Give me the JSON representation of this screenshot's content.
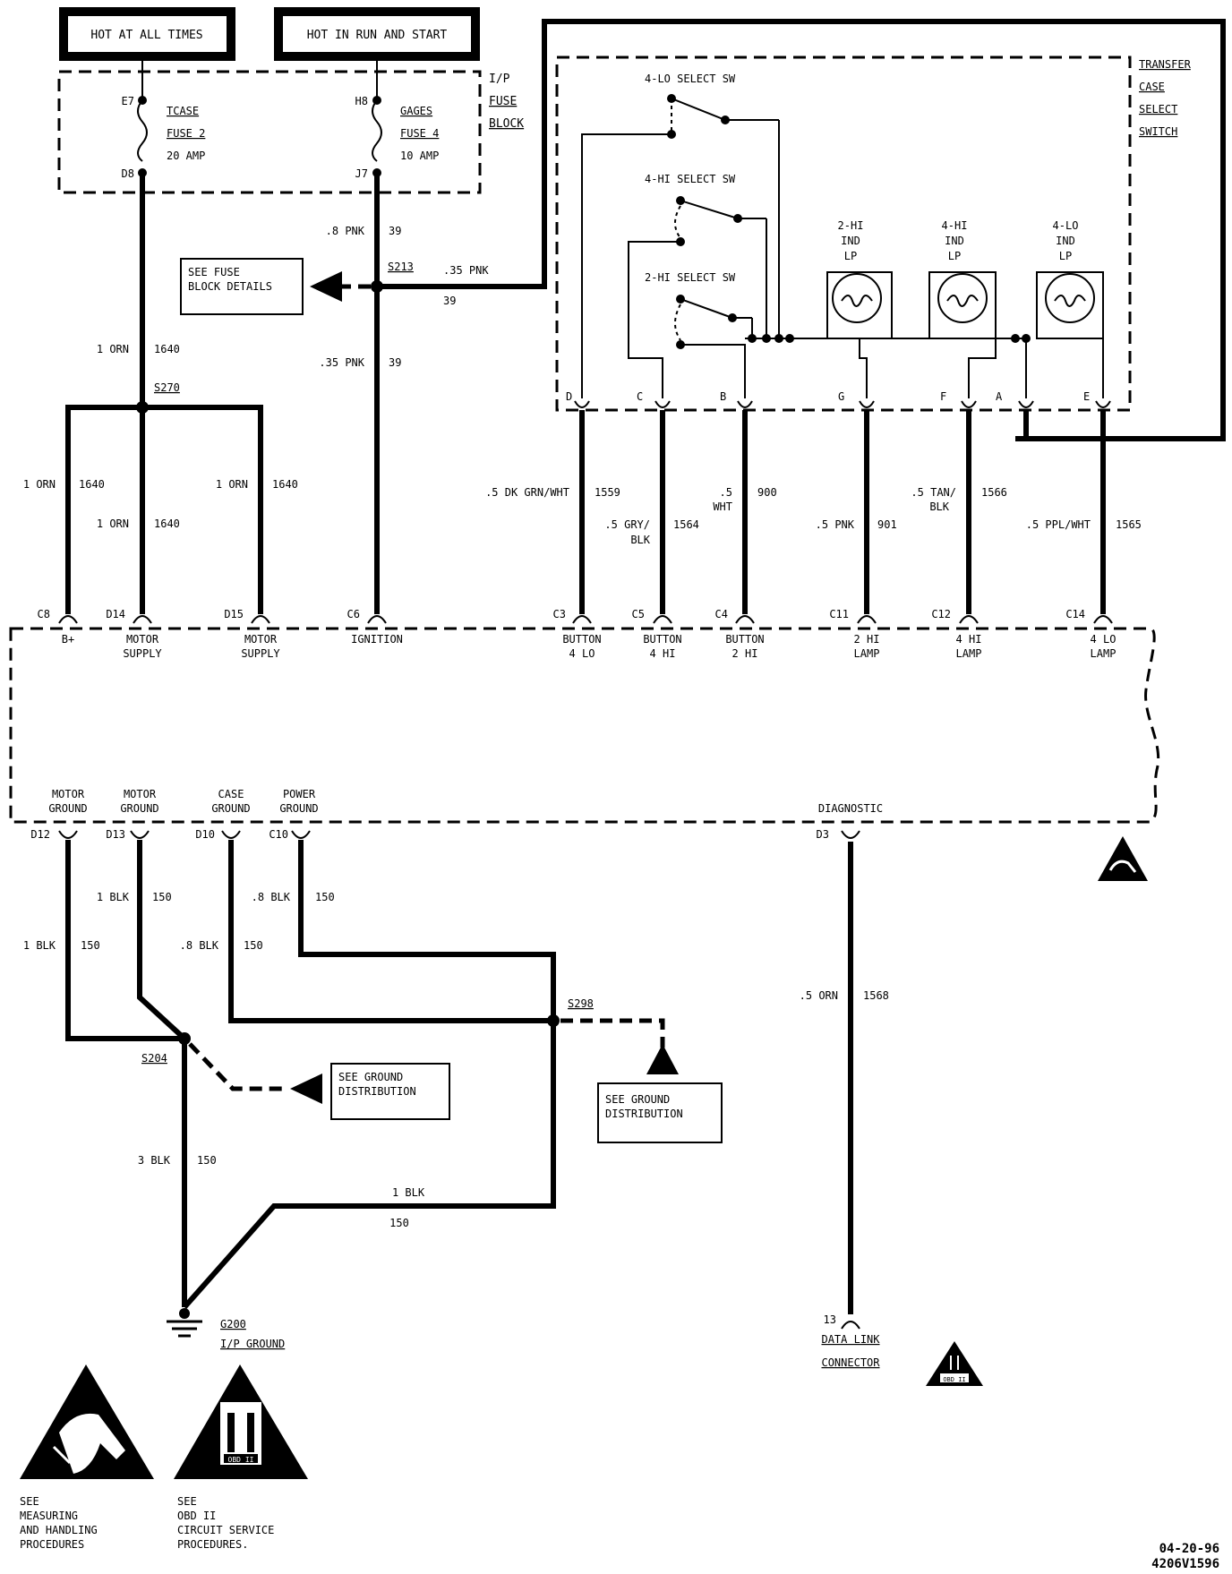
{
  "header": {
    "hot_always": "HOT AT ALL TIMES",
    "hot_run": "HOT IN RUN AND START"
  },
  "fuse_block": {
    "title": [
      "I/P",
      "FUSE",
      "BLOCK"
    ],
    "fuse1": {
      "top": "E7",
      "bottom": "D8",
      "name": "TCASE",
      "num": "FUSE 2",
      "amp": "20 AMP"
    },
    "fuse2": {
      "top": "H8",
      "bottom": "J7",
      "name": "GAGES",
      "num": "FUSE 4",
      "amp": "10 AMP"
    }
  },
  "switch_box": {
    "title": [
      "TRANSFER",
      "CASE",
      "SELECT",
      "SWITCH"
    ],
    "sw_4lo": "4-LO SELECT SW",
    "sw_4hi": "4-HI SELECT SW",
    "sw_2hi": "2-HI SELECT SW",
    "lamp_2hi": [
      "2-HI",
      "IND",
      "LP"
    ],
    "lamp_4hi": [
      "4-HI",
      "IND",
      "LP"
    ],
    "lamp_4lo": [
      "4-LO",
      "IND",
      "LP"
    ],
    "pins": [
      "D",
      "C",
      "B",
      "G",
      "F",
      "A",
      "E"
    ]
  },
  "wires": {
    "w1": [
      ".8 PNK",
      "39"
    ],
    "w2": [
      ".35 PNK",
      "39"
    ],
    "w3": [
      ".35 PNK",
      "39"
    ],
    "w_orn_main": [
      "1 ORN",
      "1640"
    ],
    "w_orn_left": [
      "1 ORN",
      "1640"
    ],
    "w_orn_mid": [
      "1 ORN",
      "1640"
    ],
    "w_orn_right": [
      "1 ORN",
      "1640"
    ],
    "w_1559": [
      ".5 DK GRN/WHT",
      "1559"
    ],
    "w_1564": [
      ".5 GRY/",
      "BLK",
      "1564"
    ],
    "w_900": [
      ".5",
      "WHT",
      "900"
    ],
    "w_901": [
      ".5 PNK",
      "901"
    ],
    "w_1566": [
      ".5 TAN/",
      "BLK",
      "1566"
    ],
    "w_1565": [
      ".5 PPL/WHT",
      "1565"
    ],
    "w_d13": [
      "1 BLK",
      "150"
    ],
    "w_c10": [
      ".8 BLK",
      "150"
    ],
    "w_d12": [
      "1 BLK",
      "150"
    ],
    "w_d10": [
      ".8 BLK",
      "150"
    ],
    "w_1568": [
      ".5 ORN",
      "1568"
    ],
    "w_3blk": [
      "3 BLK",
      "150"
    ],
    "w_1blk": [
      "1 BLK",
      "150"
    ]
  },
  "splices": {
    "s213": "S213",
    "s270": "S270",
    "s298": "S298",
    "s204": "S204"
  },
  "notes": {
    "fuse_details": [
      "SEE FUSE",
      "BLOCK DETAILS"
    ],
    "ground_dist_1": [
      "SEE GROUND",
      "DISTRIBUTION"
    ],
    "ground_dist_2": [
      "SEE GROUND",
      "DISTRIBUTION"
    ]
  },
  "module_top": [
    {
      "pin": "C8",
      "label": [
        "B+"
      ]
    },
    {
      "pin": "D14",
      "label": [
        "MOTOR",
        "SUPPLY"
      ]
    },
    {
      "pin": "D15",
      "label": [
        "MOTOR",
        "SUPPLY"
      ]
    },
    {
      "pin": "C6",
      "label": [
        "IGNITION"
      ]
    },
    {
      "pin": "C3",
      "label": [
        "BUTTON",
        "4 LO"
      ]
    },
    {
      "pin": "C5",
      "label": [
        "BUTTON",
        "4 HI"
      ]
    },
    {
      "pin": "C4",
      "label": [
        "BUTTON",
        "2 HI"
      ]
    },
    {
      "pin": "C11",
      "label": [
        "2 HI",
        "LAMP"
      ]
    },
    {
      "pin": "C12",
      "label": [
        "4 HI",
        "LAMP"
      ]
    },
    {
      "pin": "C14",
      "label": [
        "4 LO",
        "LAMP"
      ]
    }
  ],
  "module_bottom": [
    {
      "pin": "D12",
      "label": [
        "MOTOR",
        "GROUND"
      ]
    },
    {
      "pin": "D13",
      "label": [
        "MOTOR",
        "GROUND"
      ]
    },
    {
      "pin": "D10",
      "label": [
        "CASE",
        "GROUND"
      ]
    },
    {
      "pin": "C10",
      "label": [
        "POWER",
        "GROUND"
      ]
    },
    {
      "pin": "D3",
      "label": [
        "DIAGNOSTIC"
      ]
    }
  ],
  "ground": {
    "id": "G200",
    "name": "I/P GROUND"
  },
  "dlc": {
    "pin": "13",
    "label": [
      "DATA LINK",
      "CONNECTOR"
    ]
  },
  "obd_small": "OBD II",
  "footer": {
    "measuring": [
      "SEE",
      "MEASURING",
      "AND HANDLING",
      "PROCEDURES"
    ],
    "obd": [
      "SEE",
      "OBD II",
      "CIRCUIT SERVICE",
      "PROCEDURES."
    ],
    "obd_icon": "OBD II",
    "date": "04-20-96",
    "code": "4206V1596"
  }
}
